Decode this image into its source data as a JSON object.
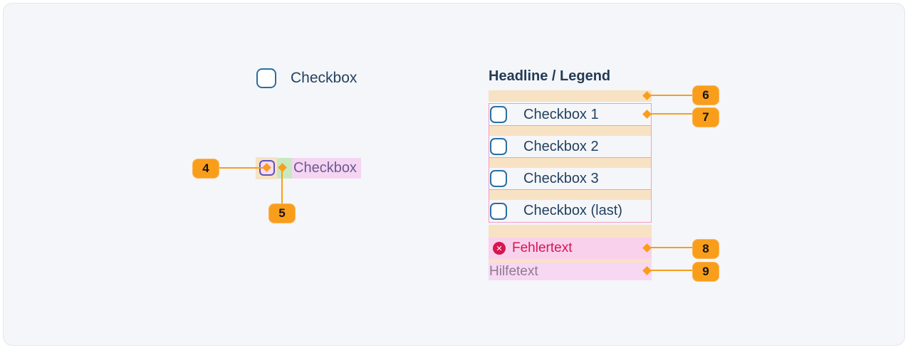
{
  "colors": {
    "accent_orange": "#f99e1b",
    "spacing_tan": "#f8e2c4",
    "gap_green": "#c8e9c0",
    "highlight_pink": "#f6d5f3",
    "error_pink": "#fad1ec",
    "group_border_pink": "#f79cc4",
    "checkbox_blue": "#2b6f9f",
    "spec_checkbox_purple": "#5a55b8",
    "text_navy": "#25415f",
    "error_crimson": "#d5164f",
    "help_gray": "#8c7b91",
    "panel_background": "#f4f6f9"
  },
  "standalone": {
    "label": "Checkbox"
  },
  "annotated": {
    "label": "Checkbox"
  },
  "markers": {
    "m4": "4",
    "m5": "5",
    "m6": "6",
    "m7": "7",
    "m8": "8",
    "m9": "9"
  },
  "legend": {
    "headline": "Headline / Legend",
    "items": [
      "Checkbox 1",
      "Checkbox 2",
      "Checkbox 3",
      "Checkbox (last)"
    ],
    "error_text": "Fehlertext",
    "help_text": "Hilfetext",
    "error_icon_glyph": "✕"
  }
}
